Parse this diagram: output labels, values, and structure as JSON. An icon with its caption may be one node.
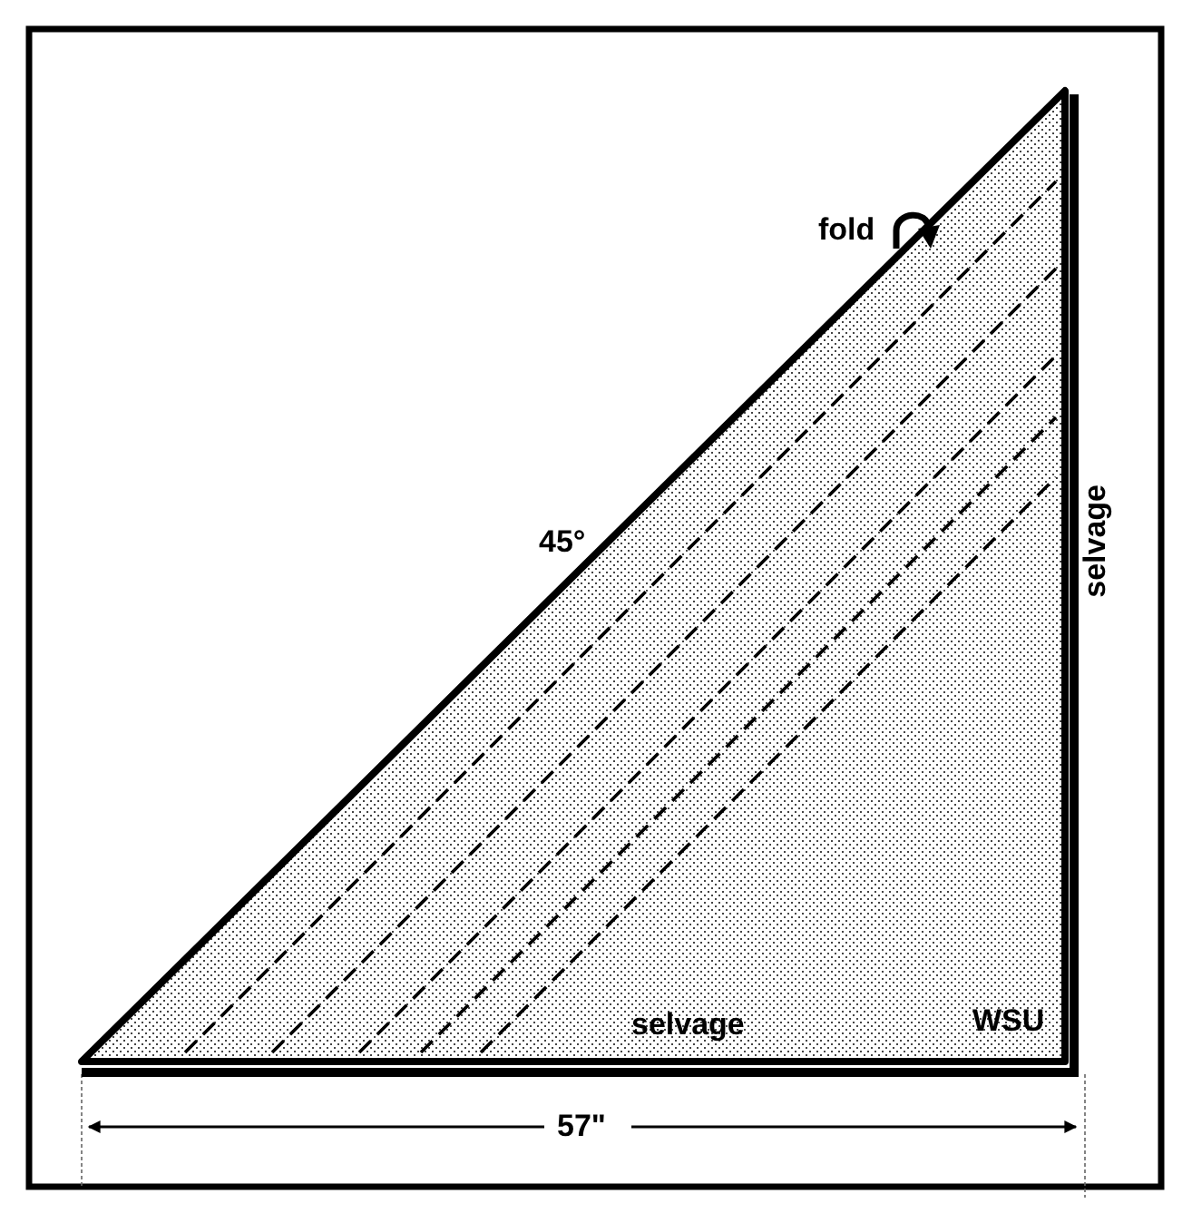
{
  "diagram": {
    "nodes": [
      {
        "text": [
          "selvage",
          "WSU"
        ],
        "beside": [
          "fold",
          "45°",
          "selvage"
        ]
      }
    ],
    "labels": [
      "57\""
    ]
  }
}
